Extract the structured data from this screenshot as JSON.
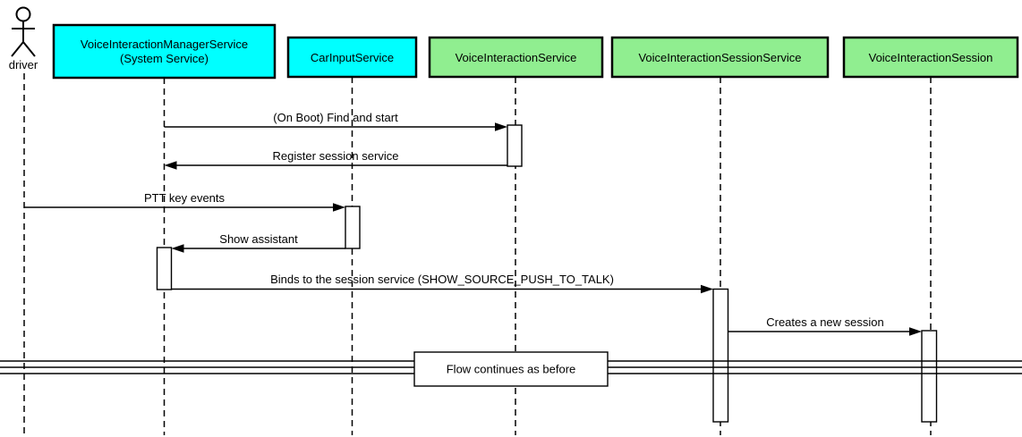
{
  "actor": {
    "label": "driver"
  },
  "participants": [
    {
      "id": "voice-interaction-manager-service",
      "label": "VoiceInteractionManagerService",
      "sublabel": "(System Service)",
      "fill": "#00ffff"
    },
    {
      "id": "car-input-service",
      "label": "CarInputService",
      "fill": "#00ffff"
    },
    {
      "id": "voice-interaction-service",
      "label": "VoiceInteractionService",
      "fill": "#90ee90"
    },
    {
      "id": "voice-interaction-session-service",
      "label": "VoiceInteractionSessionService",
      "fill": "#90ee90"
    },
    {
      "id": "voice-interaction-session",
      "label": "VoiceInteractionSession",
      "fill": "#90ee90"
    }
  ],
  "messages": [
    {
      "from": "VoiceInteractionManagerService",
      "to": "VoiceInteractionService",
      "label": "(On Boot) Find and start"
    },
    {
      "from": "VoiceInteractionService",
      "to": "VoiceInteractionManagerService",
      "label": "Register session service"
    },
    {
      "from": "driver",
      "to": "CarInputService",
      "label": "PTT key events"
    },
    {
      "from": "CarInputService",
      "to": "VoiceInteractionManagerService",
      "label": "Show assistant"
    },
    {
      "from": "VoiceInteractionManagerService",
      "to": "VoiceInteractionSessionService",
      "label": "Binds to the session service (SHOW_SOURCE_PUSH_TO_TALK)"
    },
    {
      "from": "VoiceInteractionSessionService",
      "to": "VoiceInteractionSession",
      "label": "Creates a new session"
    }
  ],
  "divider": {
    "label": "Flow continues as before"
  },
  "colors": {
    "cyan": "#00ffff",
    "green": "#90ee90",
    "line": "#000000",
    "background": "#ffffff"
  }
}
